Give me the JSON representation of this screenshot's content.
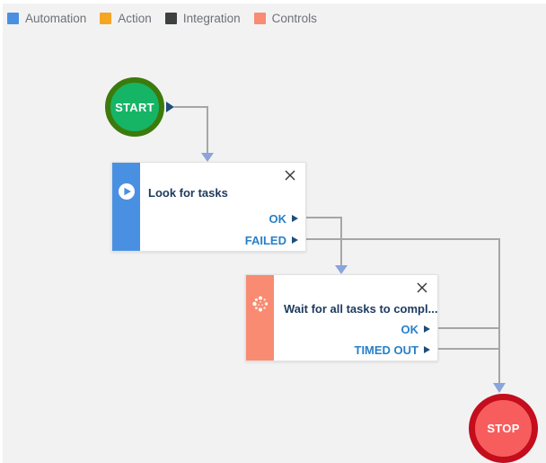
{
  "canvas": {
    "background": "#f2f2f3",
    "connector_color": "#a6a6a6",
    "arrow_color": "#8aa4dc",
    "port_color": "#1f4e79"
  },
  "legend": {
    "items": [
      {
        "label": "Automation",
        "color": "#4a90e2"
      },
      {
        "label": "Action",
        "color": "#f5a623"
      },
      {
        "label": "Integration",
        "color": "#3f4040"
      },
      {
        "label": "Controls",
        "color": "#f88b72"
      }
    ]
  },
  "nodes": {
    "start": {
      "label": "START",
      "fill": "#16b566",
      "ring_color": "#3c7a0c"
    },
    "task1": {
      "title": "Look for tasks",
      "stripe_color": "#4a90e2",
      "icon": "play-circle-icon",
      "outputs": [
        {
          "label": "OK"
        },
        {
          "label": "FAILED"
        }
      ]
    },
    "task2": {
      "title": "Wait for all tasks to compl...",
      "stripe_color": "#f88b72",
      "icon": "spinner-icon",
      "outputs": [
        {
          "label": "OK"
        },
        {
          "label": "TIMED OUT"
        }
      ]
    },
    "stop": {
      "label": "STOP",
      "fill": "#f75d5d",
      "ring_color": "#c40d1d"
    }
  }
}
